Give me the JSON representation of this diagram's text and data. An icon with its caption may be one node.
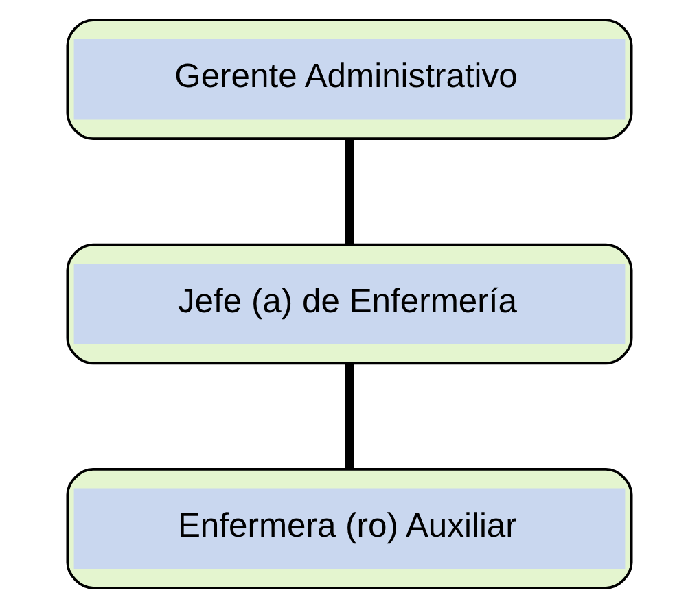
{
  "diagram": {
    "nodes": [
      {
        "text": [
          "Gerente Administrativo"
        ]
      },
      {
        "text": [
          "Jefe (a) de Enfermería"
        ]
      },
      {
        "text": [
          "Enfermera (ro) Auxiliar"
        ]
      }
    ],
    "edges": [
      {
        "from": 0,
        "to": 1,
        "arrow": "none"
      },
      {
        "from": 1,
        "to": 2,
        "arrow": "none"
      }
    ]
  }
}
